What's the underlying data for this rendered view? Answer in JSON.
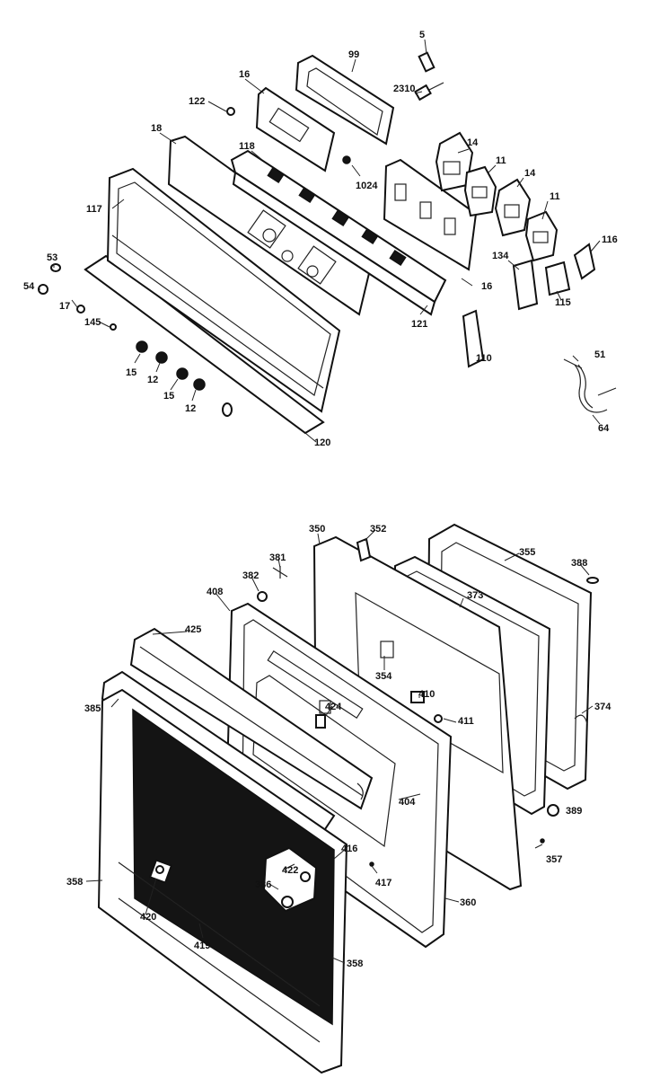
{
  "callouts": {
    "top": [
      {
        "id": "c-5",
        "text": "5"
      },
      {
        "id": "c-99",
        "text": "99"
      },
      {
        "id": "c-122",
        "text": "122"
      },
      {
        "id": "c-16a",
        "text": "16"
      },
      {
        "id": "c-2310",
        "text": "2310"
      },
      {
        "id": "c-18",
        "text": "18"
      },
      {
        "id": "c-118",
        "text": "118"
      },
      {
        "id": "c-14a",
        "text": "14"
      },
      {
        "id": "c-11a",
        "text": "11"
      },
      {
        "id": "c-14b",
        "text": "14"
      },
      {
        "id": "c-1024",
        "text": "1024"
      },
      {
        "id": "c-117",
        "text": "117"
      },
      {
        "id": "c-11b",
        "text": "11"
      },
      {
        "id": "c-53",
        "text": "53"
      },
      {
        "id": "c-116",
        "text": "116"
      },
      {
        "id": "c-54",
        "text": "54"
      },
      {
        "id": "c-134",
        "text": "134"
      },
      {
        "id": "c-16b",
        "text": "16"
      },
      {
        "id": "c-115",
        "text": "115"
      },
      {
        "id": "c-17",
        "text": "17"
      },
      {
        "id": "c-145",
        "text": "145"
      },
      {
        "id": "c-121",
        "text": "121"
      },
      {
        "id": "c-15a",
        "text": "15"
      },
      {
        "id": "c-12a",
        "text": "12"
      },
      {
        "id": "c-15b",
        "text": "15"
      },
      {
        "id": "c-12b",
        "text": "12"
      },
      {
        "id": "c-110",
        "text": "110"
      },
      {
        "id": "c-51",
        "text": "51"
      },
      {
        "id": "c-64",
        "text": "64"
      },
      {
        "id": "c-120",
        "text": "120"
      }
    ],
    "bottom": [
      {
        "id": "c-350",
        "text": "350"
      },
      {
        "id": "c-352",
        "text": "352"
      },
      {
        "id": "c-355",
        "text": "355"
      },
      {
        "id": "c-381",
        "text": "381"
      },
      {
        "id": "c-388",
        "text": "388"
      },
      {
        "id": "c-382",
        "text": "382"
      },
      {
        "id": "c-408",
        "text": "408"
      },
      {
        "id": "c-373",
        "text": "373"
      },
      {
        "id": "c-425",
        "text": "425"
      },
      {
        "id": "c-354",
        "text": "354"
      },
      {
        "id": "c-410",
        "text": "410"
      },
      {
        "id": "c-411",
        "text": "411"
      },
      {
        "id": "c-374",
        "text": "374"
      },
      {
        "id": "c-385",
        "text": "385"
      },
      {
        "id": "c-424",
        "text": "424"
      },
      {
        "id": "c-404",
        "text": "404"
      },
      {
        "id": "c-389",
        "text": "389"
      },
      {
        "id": "c-416",
        "text": "416"
      },
      {
        "id": "c-357",
        "text": "357"
      },
      {
        "id": "c-358a",
        "text": "358"
      },
      {
        "id": "c-422",
        "text": "422"
      },
      {
        "id": "c-417",
        "text": "417"
      },
      {
        "id": "c-386",
        "text": "386"
      },
      {
        "id": "c-420",
        "text": "420"
      },
      {
        "id": "c-360",
        "text": "360"
      },
      {
        "id": "c-419",
        "text": "419"
      },
      {
        "id": "c-358b",
        "text": "358"
      }
    ]
  }
}
